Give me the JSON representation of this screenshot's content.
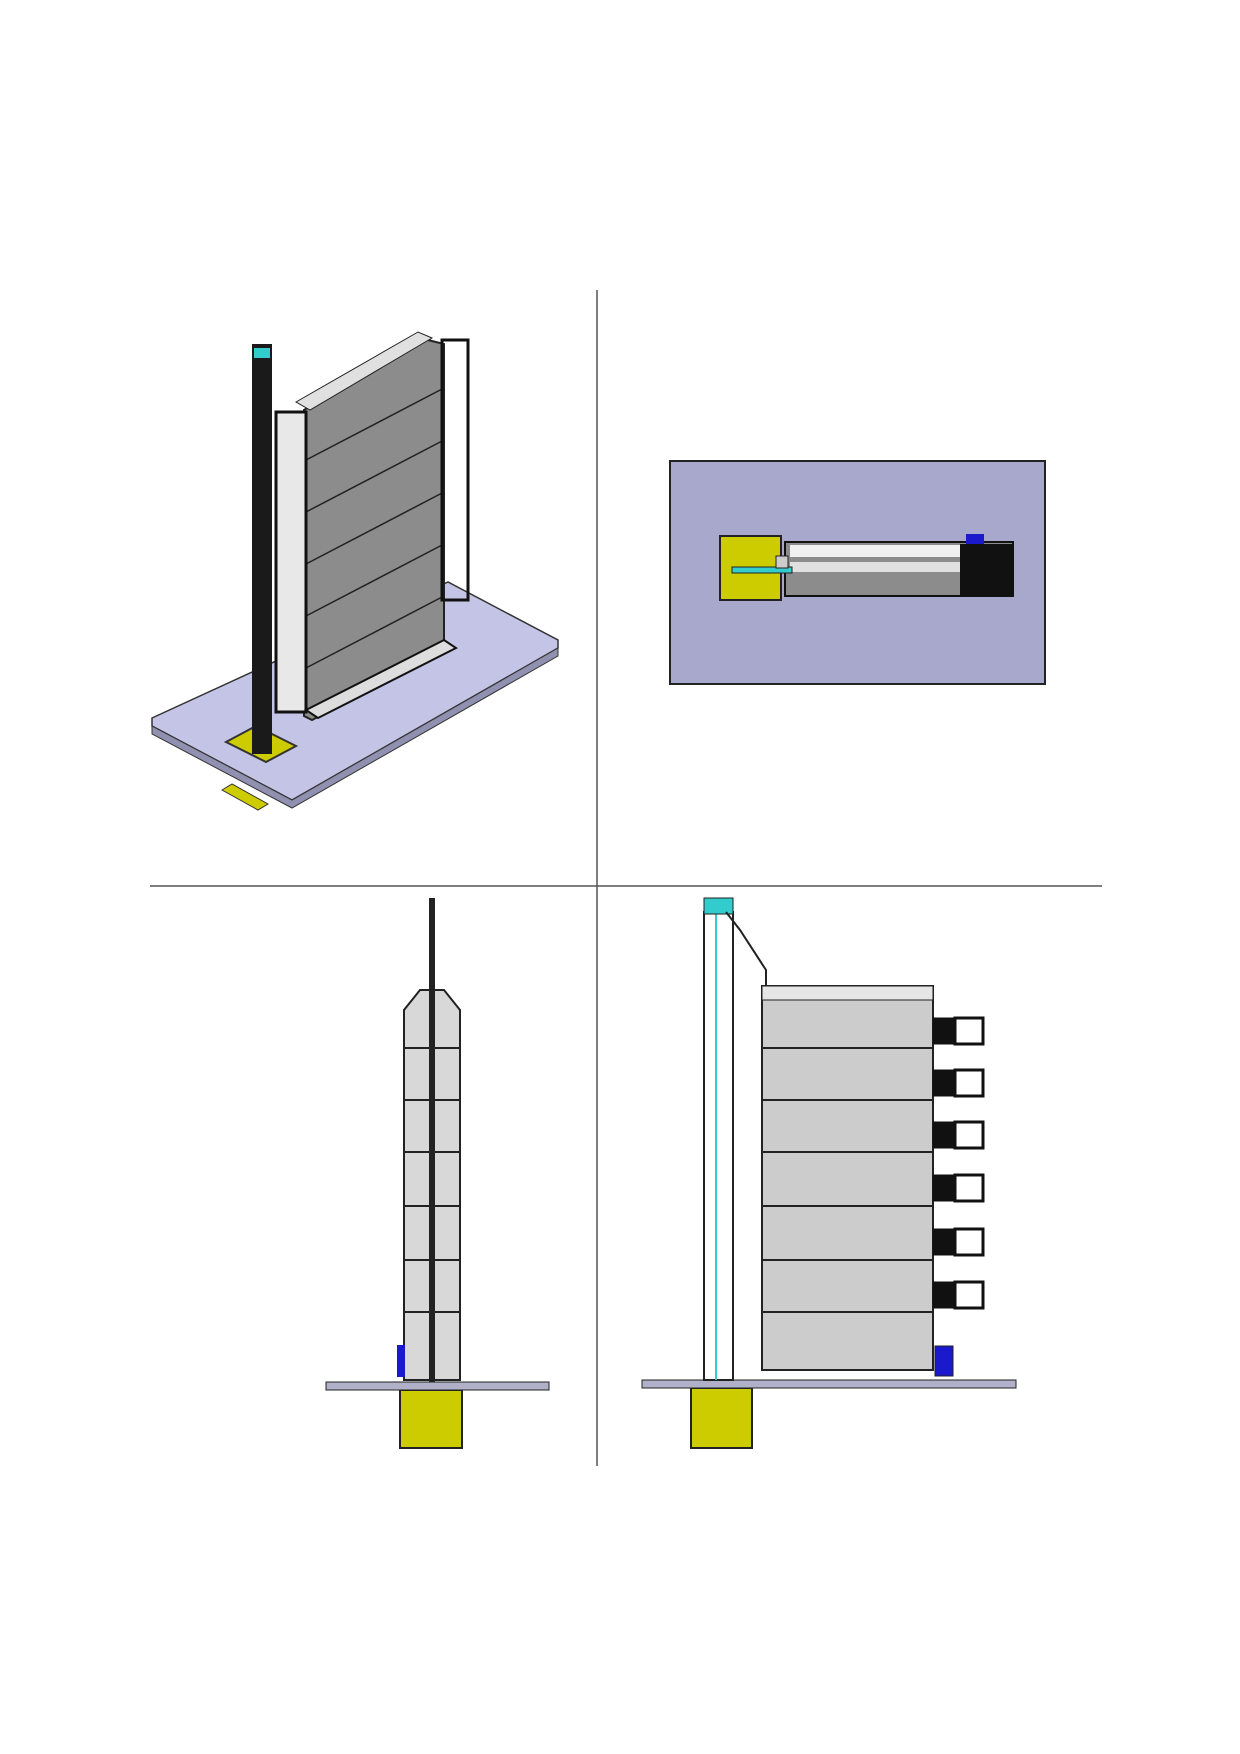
{
  "drawing": {
    "views": [
      "isometric",
      "top",
      "front",
      "side"
    ],
    "colors": {
      "base_plate": "#c4c4e6",
      "top_view_background": "#a8a8cc",
      "foundation": "#cccc00",
      "panel_dark": "#8c8c8c",
      "panel_light": "#cccccc",
      "column": "#1a1a1a",
      "accent_cyan": "#33cccc",
      "motor_blue": "#1a1acc",
      "divider": "#555555"
    },
    "side_view_panel_count": 6
  }
}
